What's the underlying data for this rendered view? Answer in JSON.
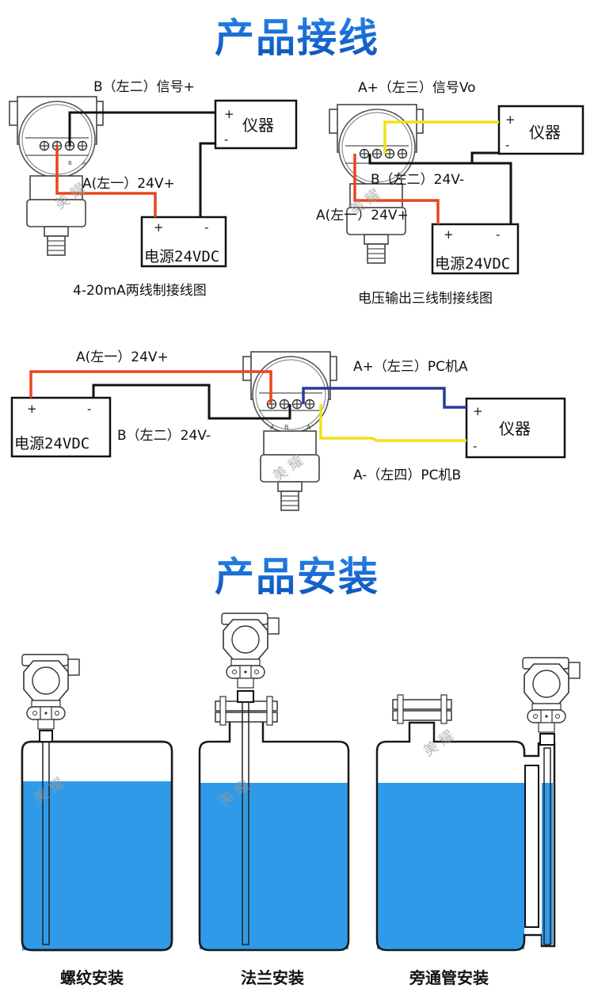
{
  "sections": {
    "wiring_title": "产品接线",
    "install_title": "产品安装"
  },
  "diagram_two_wire": {
    "caption": "4-20mA两线制接线图",
    "label_top": "B（左二）信号+",
    "label_mid": "A(左一）24V+",
    "instrument": {
      "title": "仪器",
      "plus": "+",
      "minus": "-"
    },
    "psu": {
      "title": "电源24VDC",
      "plus": "+",
      "minus": "-"
    },
    "terminal_labels": [
      "B",
      "A"
    ],
    "wires": {
      "power_plus": "#e8461c",
      "signal": "#111111"
    }
  },
  "diagram_three_wire": {
    "caption": "电压输出三线制接线图",
    "label_top": "A+（左三）信号Vo",
    "label_mid": "B（左二）24V-",
    "label_low": "A(左一）24V+",
    "instrument": {
      "title": "仪器",
      "plus": "+",
      "minus": "-"
    },
    "psu": {
      "title": "电源24VDC",
      "plus": "+",
      "minus": "-"
    },
    "wires": {
      "power_plus": "#e8461c",
      "ground": "#111111",
      "signal": "#f2e01a"
    }
  },
  "diagram_rs485": {
    "label_a1": "A(左一）24V+",
    "label_b2": "B（左二）24V-",
    "label_a3": "A+（左三）PC机A",
    "label_a4": "A-（左四）PC机B",
    "terminal_labels": [
      "A",
      "B",
      "A"
    ],
    "instrument": {
      "title": "仪器",
      "plus": "+",
      "minus": "-"
    },
    "psu": {
      "title": "电源24VDC",
      "plus": "+",
      "minus": "-"
    },
    "wires": {
      "power_plus": "#e8461c",
      "power_minus": "#111111",
      "data_a": "#2a3a9c",
      "data_b": "#f2e01a"
    }
  },
  "installations": [
    {
      "caption": "螺纹安装",
      "type": "thread"
    },
    {
      "caption": "法兰安装",
      "type": "flange"
    },
    {
      "caption": "旁通管安装",
      "type": "bypass"
    }
  ],
  "watermark": "美 耀",
  "colors": {
    "title_blue": "#1b6fd8",
    "liquid_blue": "#2f9be8"
  }
}
